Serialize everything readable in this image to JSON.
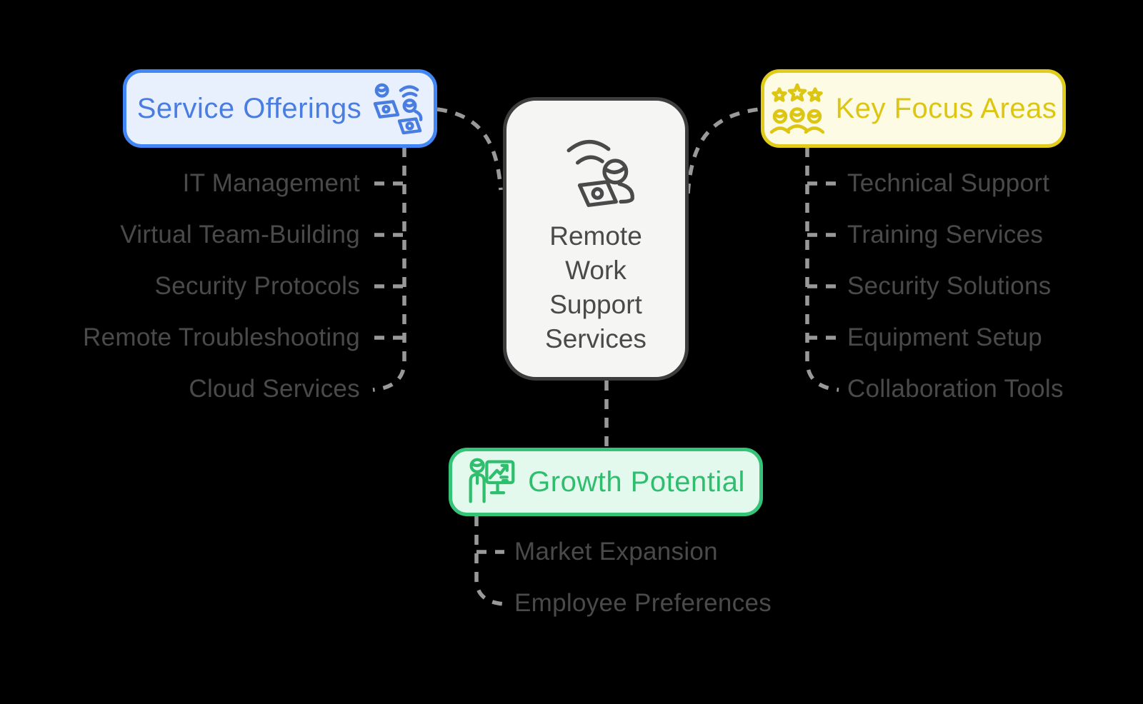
{
  "canvas": {
    "background": "#000000"
  },
  "center": {
    "title": "Remote Work Support Services",
    "icon": "remote-worker-wifi-laptop-icon"
  },
  "branches": {
    "service_offerings": {
      "label": "Service Offerings",
      "icon": "remote-team-laptops-icon",
      "accent": "#4285F4",
      "background": "#E8F0FE",
      "text_color": "#4A7DE2",
      "items": [
        "IT Management",
        "Virtual Team-Building",
        "Security Protocols",
        "Remote Troubleshooting",
        "Cloud Services"
      ]
    },
    "key_focus_areas": {
      "label": "Key Focus Areas",
      "icon": "team-with-stars-icon",
      "accent": "#E2CC1B",
      "background": "#FDFBE4",
      "text_color": "#DCC613",
      "items": [
        "Technical Support",
        "Training Services",
        "Security Solutions",
        "Equipment Setup",
        "Collaboration Tools"
      ]
    },
    "growth_potential": {
      "label": "Growth Potential",
      "icon": "presentation-growth-chart-icon",
      "accent": "#34C377",
      "background": "#E4F9EE",
      "text_color": "#2FBE6E",
      "items": [
        "Market Expansion",
        "Employee Preferences"
      ]
    }
  },
  "colors": {
    "center_border": "#3D3D3D",
    "center_bg": "#F5F5F4",
    "center_text": "#4A4A4A",
    "leaf_text": "#4A4A4A",
    "connector": "#999999"
  }
}
